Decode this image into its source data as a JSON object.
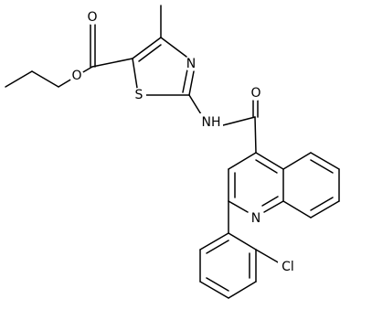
{
  "atoms": {
    "o_carbonyl_ester": "O",
    "o_ether_ester": "O",
    "n_thiazole": "N",
    "s_thiazole": "S",
    "nh_amide": "NH",
    "o_amide": "O",
    "n_quinoline": "N",
    "cl": "Cl"
  }
}
